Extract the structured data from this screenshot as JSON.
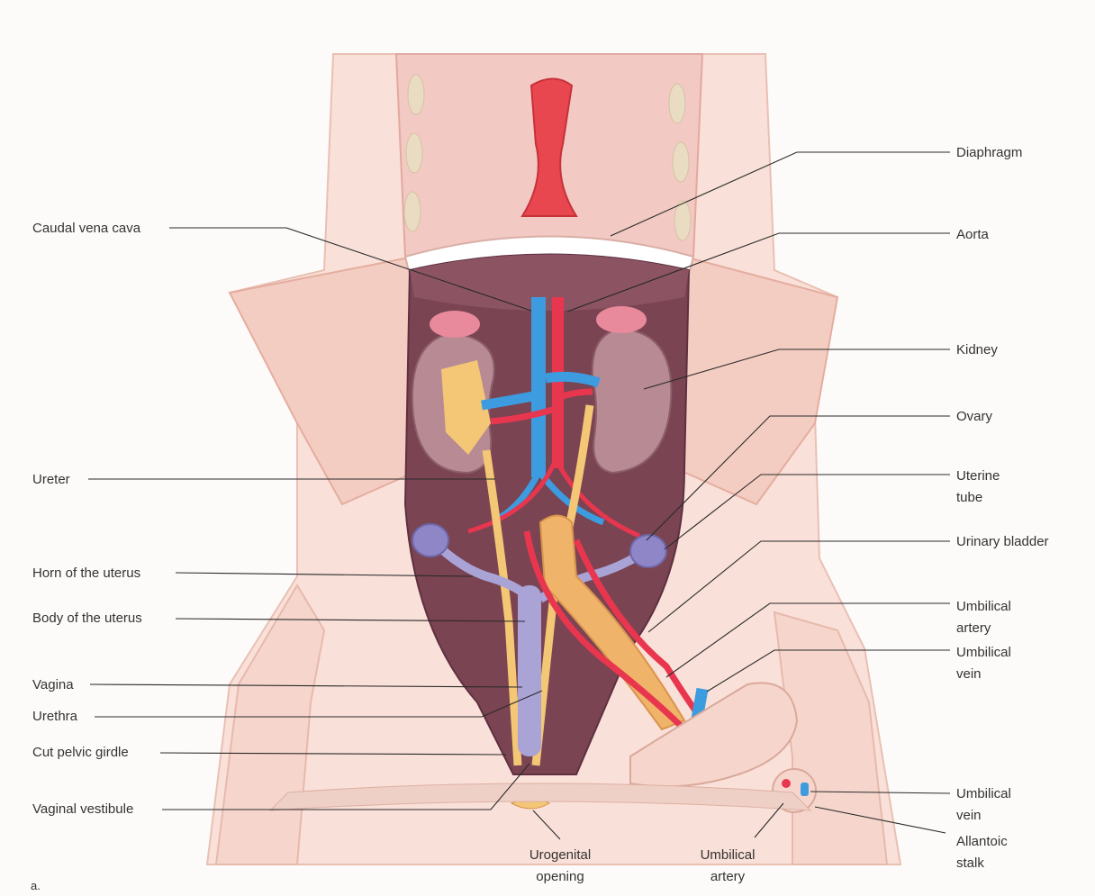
{
  "figure_tag": "a.",
  "labels": {
    "diaphragm": "Diaphragm",
    "aorta": "Aorta",
    "kidney": "Kidney",
    "ovary": "Ovary",
    "uterine_tube_1": "Uterine",
    "uterine_tube_2": "tube",
    "urinary_bladder": "Urinary bladder",
    "umbilical_artery_r_1": "Umbilical",
    "umbilical_artery_r_2": "artery",
    "umbilical_vein_r_1": "Umbilical",
    "umbilical_vein_r_2": "vein",
    "umbilical_vein_cord_1": "Umbilical",
    "umbilical_vein_cord_2": "vein",
    "allantoic_stalk_1": "Allantoic",
    "allantoic_stalk_2": "stalk",
    "caudal_vena_cava": "Caudal vena cava",
    "ureter": "Ureter",
    "horn_of_uterus": "Horn of the uterus",
    "body_of_uterus": "Body of the uterus",
    "vagina": "Vagina",
    "urethra": "Urethra",
    "cut_pelvic_girdle": "Cut pelvic girdle",
    "vaginal_vestibule": "Vaginal vestibule",
    "urogenital_opening_1": "Urogenital",
    "urogenital_opening_2": "opening",
    "umbilical_artery_b_1": "Umbilical",
    "umbilical_artery_b_2": "artery"
  },
  "colors": {
    "skin": "#f6d6cc",
    "skin_outline": "#e7b9ad",
    "cavity": "#7a4452",
    "vein": "#3d9be0",
    "artery": "#e8364f",
    "kidney": "#b88a94",
    "ureter": "#f3c775",
    "uterus": "#a9a3d6"
  }
}
